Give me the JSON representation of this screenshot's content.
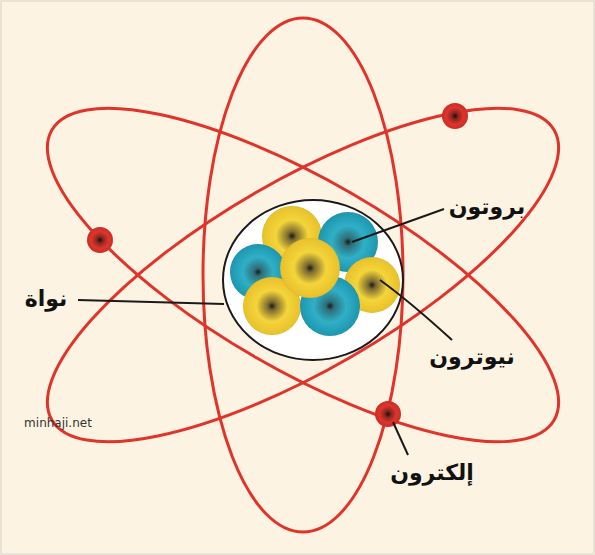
{
  "diagram": {
    "labels": [
      "بروتون",
      "نواة",
      "نيوترون",
      "minhaji.net",
      "إلكترون"
    ]
  }
}
